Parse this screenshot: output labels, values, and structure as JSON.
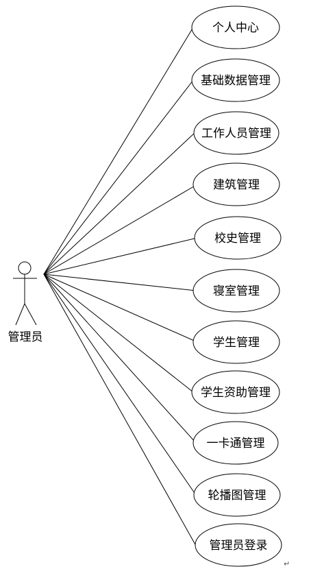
{
  "actor": {
    "label": "管理员"
  },
  "use_cases": [
    {
      "label": "个人中心"
    },
    {
      "label": "基础数据管理"
    },
    {
      "label": "工作人员管理"
    },
    {
      "label": "建筑管理"
    },
    {
      "label": "校史管理"
    },
    {
      "label": "寝室管理"
    },
    {
      "label": "学生管理"
    },
    {
      "label": "学生资助管理"
    },
    {
      "label": "一卡通管理"
    },
    {
      "label": "轮播图管理"
    },
    {
      "label": "管理员登录"
    }
  ],
  "end_mark": "↵",
  "colors": {
    "stroke": "#000000",
    "background": "#ffffff"
  }
}
